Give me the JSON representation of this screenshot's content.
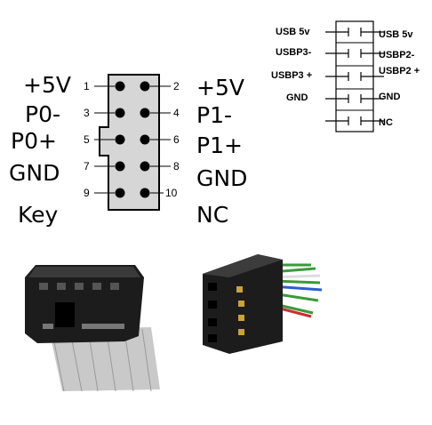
{
  "header_left": {
    "left_labels": [
      "+5V",
      "P0-",
      "P0+",
      "GND",
      "Key"
    ],
    "right_labels": [
      "+5V",
      "P1-",
      "P1+",
      "GND",
      "NC"
    ],
    "left_pins": [
      "1",
      "3",
      "5",
      "7",
      "9"
    ],
    "right_pins": [
      "2",
      "4",
      "6",
      "8",
      "10"
    ]
  },
  "header_right": {
    "left_labels": [
      "USB 5v",
      "USBP3-",
      "USBP3 +",
      "GND",
      ""
    ],
    "right_labels": [
      "USB 5v",
      "USBP2-",
      "USBP2 +",
      "GND",
      "NC"
    ]
  },
  "colors": {
    "connector_fill": "#d6d6d6",
    "connector_body": "#1c1c1c",
    "ribbon": "#c9c9c9"
  }
}
